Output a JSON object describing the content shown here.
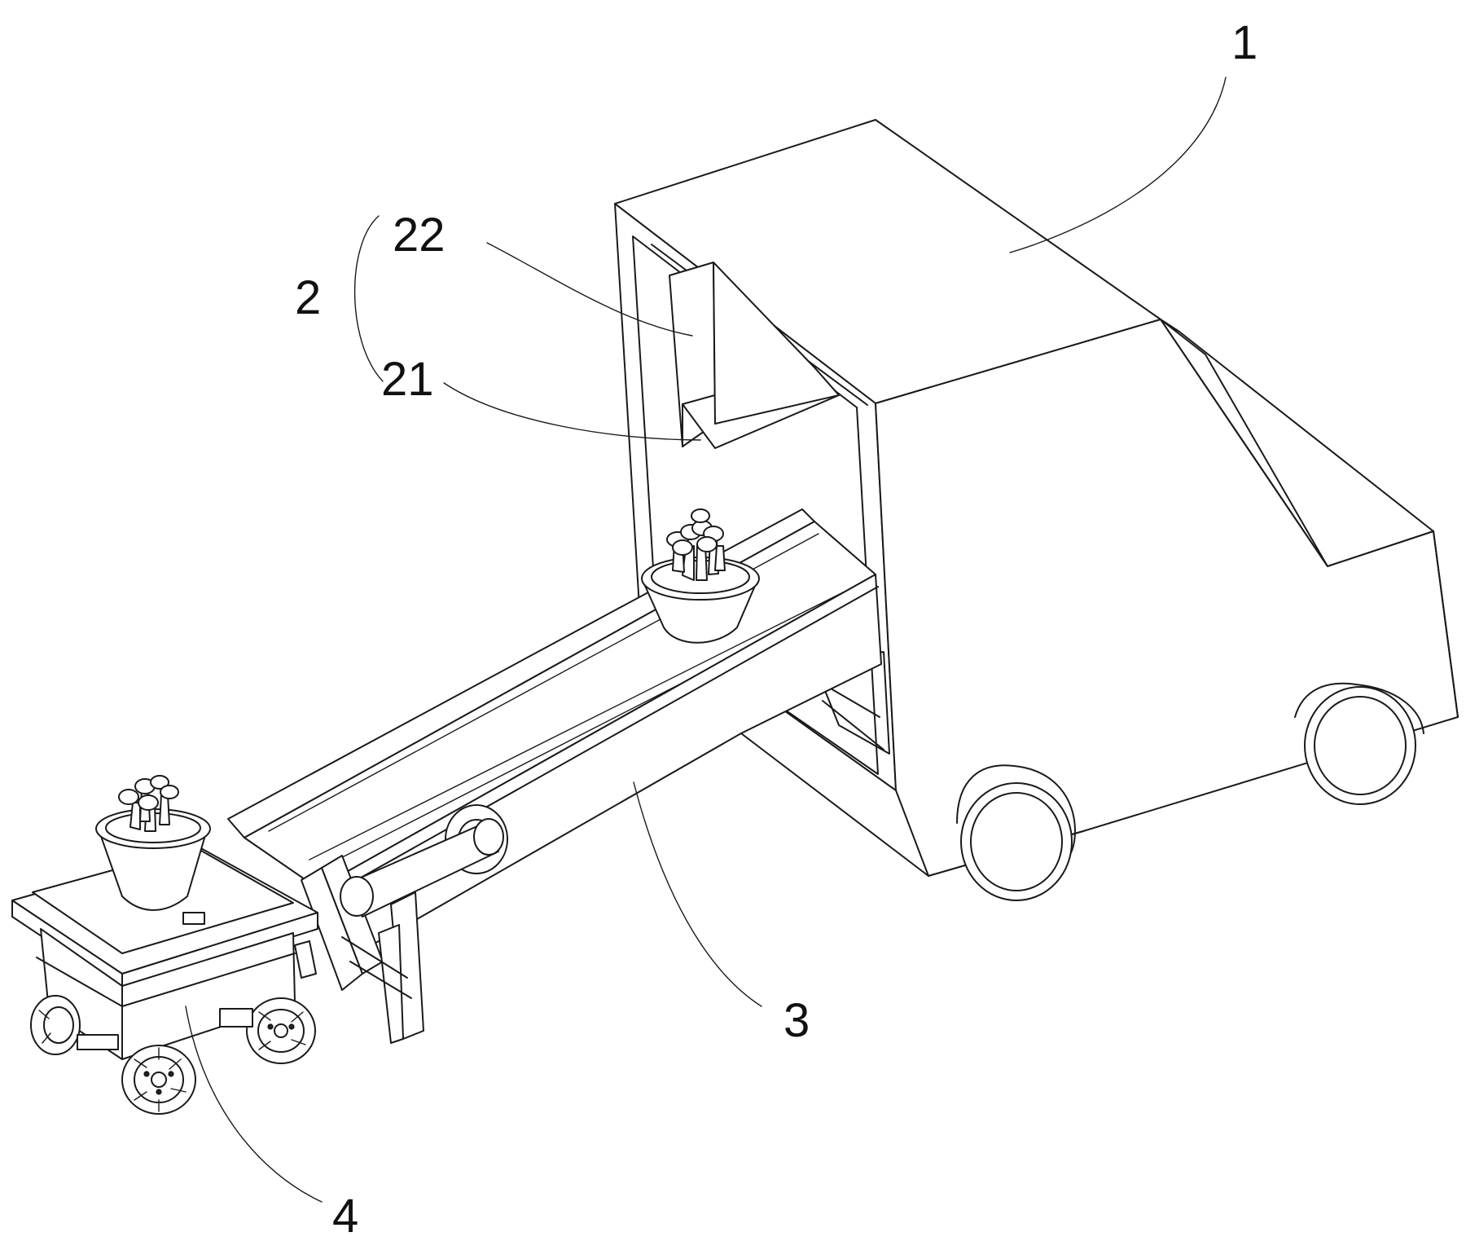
{
  "figure": {
    "labels": {
      "truck": "1",
      "module": "2",
      "module_part_a": "22",
      "module_part_b": "21",
      "conveyor": "3",
      "cart": "4"
    },
    "colors": {
      "line": "#1a1a1a",
      "background": "#ffffff"
    }
  }
}
